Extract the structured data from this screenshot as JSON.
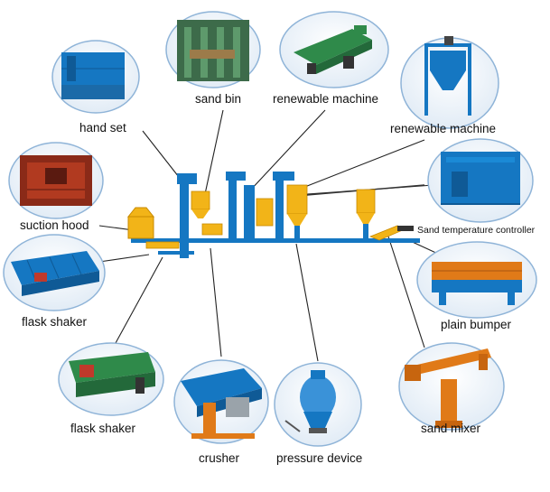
{
  "components": [
    {
      "id": "hand-set",
      "label": "hand set",
      "icon": "bucket-elevator"
    },
    {
      "id": "sand-bin",
      "label": "sand bin",
      "icon": "sand-bin-structure"
    },
    {
      "id": "renewable-machine-top",
      "label": "renewable machine",
      "icon": "roller-machine"
    },
    {
      "id": "renewable-machine-right",
      "label": "renewable machine",
      "icon": "hopper-frame"
    },
    {
      "id": "suction-hood",
      "label": "suction hood",
      "icon": "suction-hood-box"
    },
    {
      "id": "sand-temperature-controller",
      "label": "Sand temperature controller",
      "icon": "cooling-tank"
    },
    {
      "id": "flask-shaker-left",
      "label": "flask shaker",
      "icon": "vibrating-grid"
    },
    {
      "id": "plain-bumper",
      "label": "plain bumper",
      "icon": "bumper-platform"
    },
    {
      "id": "flask-shaker-bottom",
      "label": "flask shaker",
      "icon": "vibrating-feeder"
    },
    {
      "id": "crusher",
      "label": "crusher",
      "icon": "crusher-machine"
    },
    {
      "id": "pressure-device",
      "label": "pressure device",
      "icon": "pressure-tank"
    },
    {
      "id": "sand-mixer",
      "label": "sand mixer",
      "icon": "mixer-arm"
    }
  ],
  "colors": {
    "plant_blue": "#1577c2",
    "hopper_yellow": "#f2b418",
    "machine_green": "#2f8a4a",
    "bubble_outline": "#8fb4d8"
  }
}
